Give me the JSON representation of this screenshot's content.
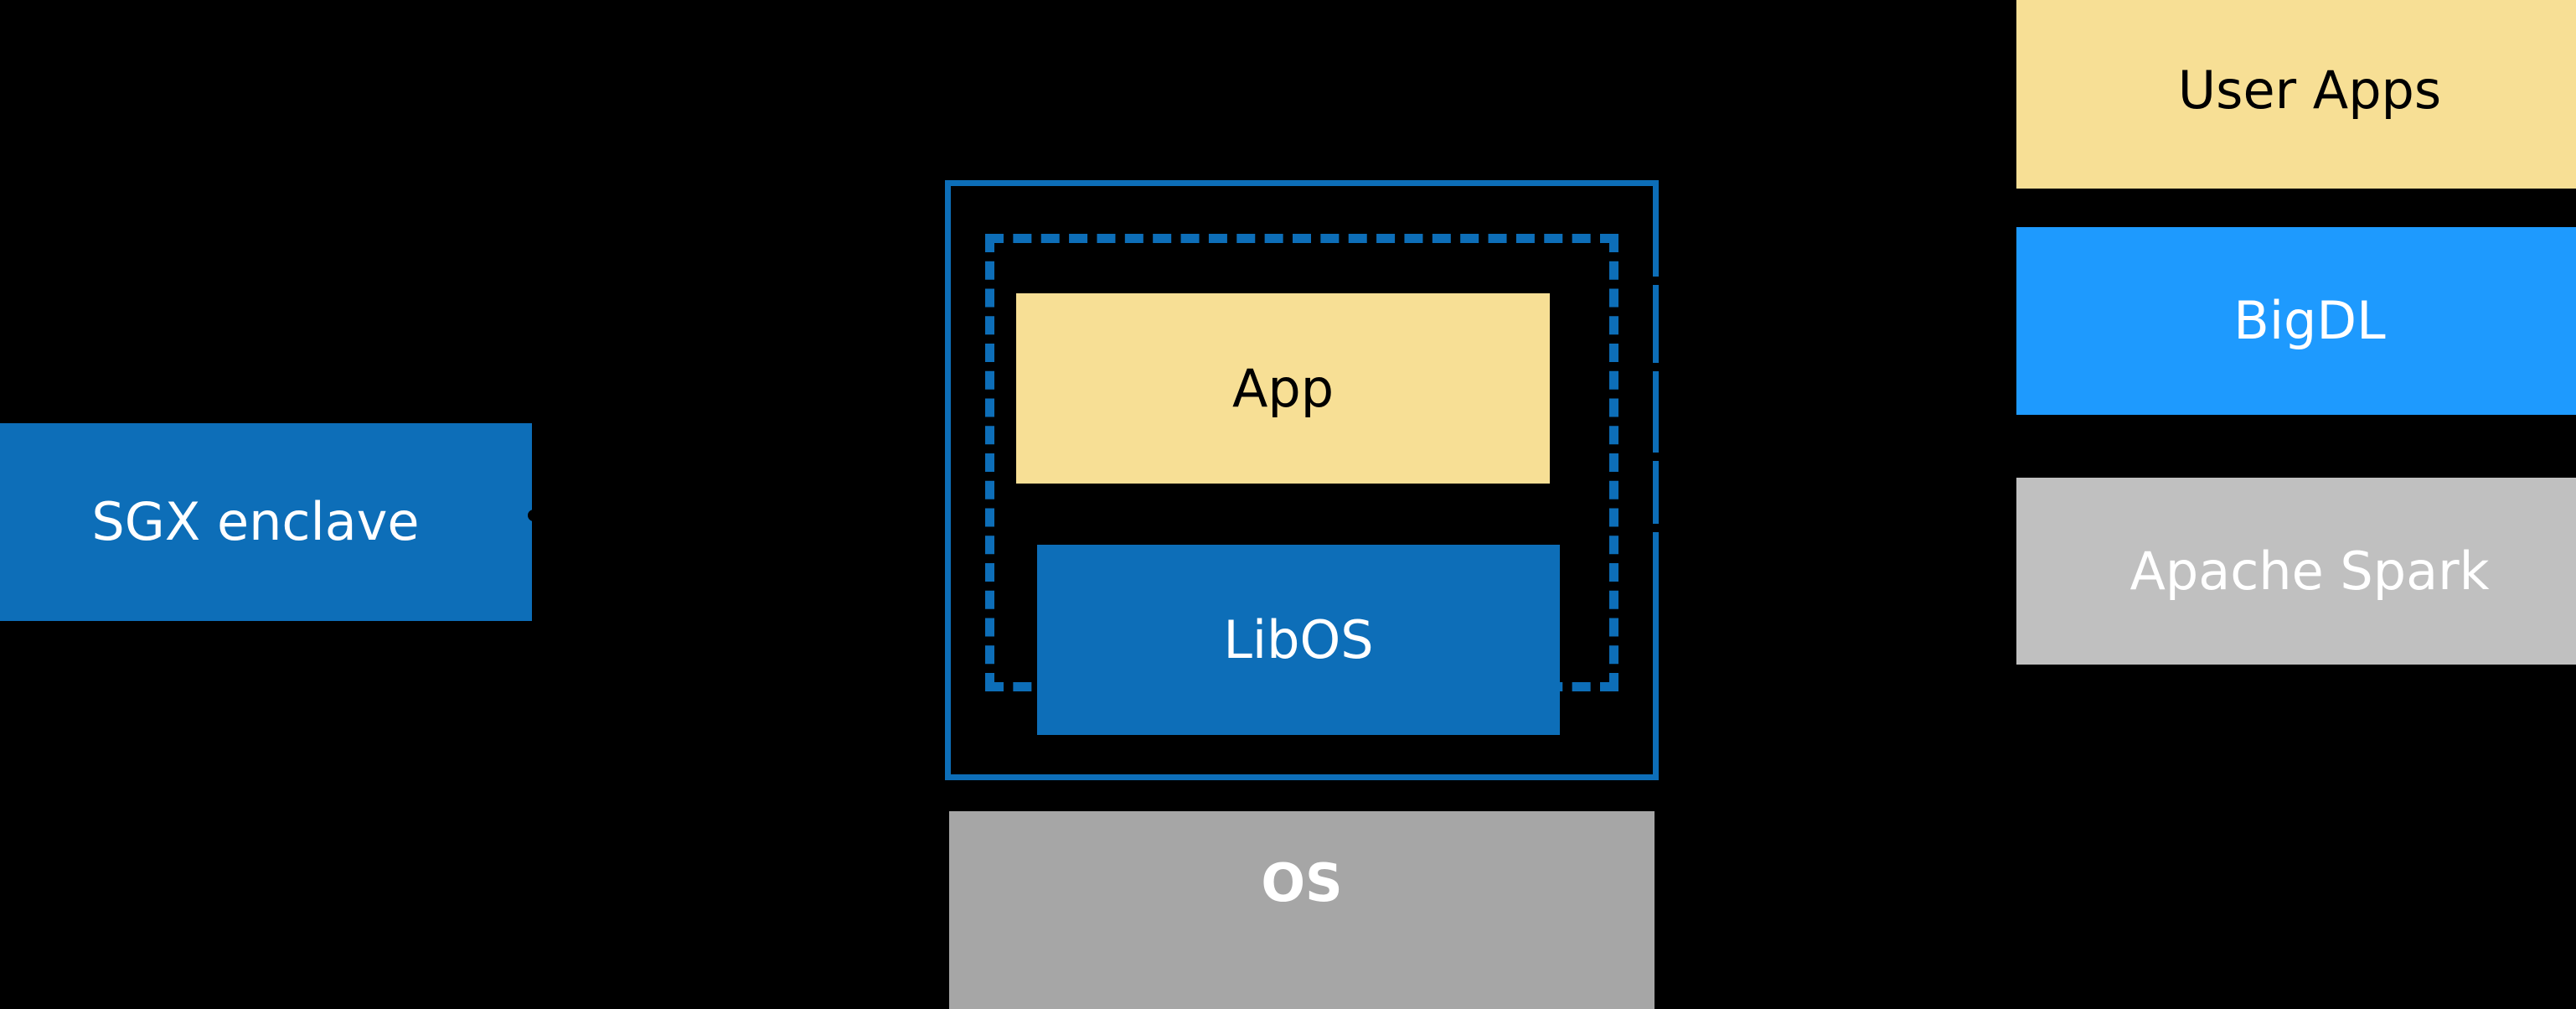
{
  "diagram": {
    "background_color": "#000000",
    "palette": {
      "yellow": "#F7DF95",
      "dark_blue": "#0D6EB8",
      "light_blue": "#1E9AFE",
      "gray": "#C0C0C0",
      "os_gray": "#A6A6A6",
      "white": "#FFFFFF",
      "black": "#000000"
    },
    "left_group": {
      "sgx_enclave_label": "SGX enclave"
    },
    "center_group": {
      "app_label": "App",
      "libos_label": "LibOS",
      "os_label": "OS"
    },
    "right_stack": {
      "items": [
        {
          "label": "User Apps",
          "fill": "#F7DF95",
          "text_color": "#000000"
        },
        {
          "label": "BigDL",
          "fill": "#1E9AFE",
          "text_color": "#FFFFFF"
        },
        {
          "label": "Apache Spark",
          "fill": "#C0C0C0",
          "text_color": "#FFFFFF"
        }
      ]
    }
  }
}
